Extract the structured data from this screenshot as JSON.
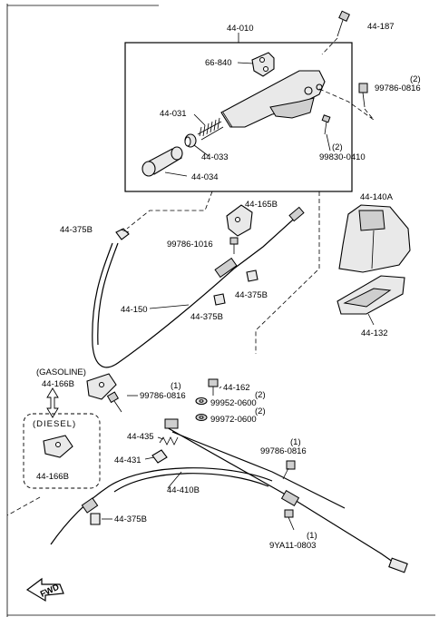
{
  "labels": {
    "l44010": "44-010",
    "l44187": "44-187",
    "l66840": "66-840",
    "l99786_0816a": "99786-0816",
    "l99786_0816a_qty": "(2)",
    "l44031": "44-031",
    "l44033": "44-033",
    "l44034": "44-034",
    "l99830_0410_qty": "(2)",
    "l99830_0410": "99830-0410",
    "l44140a": "44-140A",
    "l44375b_1": "44-375B",
    "l44165b": "44-165B",
    "l99786_1016": "99786-1016",
    "l44375b_2": "44-375B",
    "l44150": "44-150",
    "l44375b_3": "44-375B",
    "l44132": "44-132",
    "gasoline": "(GASOLINE)",
    "l44166b_1": "44-166B",
    "l99786_0816b_qty": "(1)",
    "l99786_0816b": "99786-0816",
    "l44162": "44-162",
    "l99952_qty": "(2)",
    "l99952": "99952-0600",
    "l99972_qty": "(2)",
    "l99972": "99972-0600",
    "diesel": "(DIESEL)",
    "l44166b_2": "44-166B",
    "l44435": "44-435",
    "l44431": "44-431",
    "l99786_0816c_qty": "(1)",
    "l99786_0816c": "99786-0816",
    "l44410b": "44-410B",
    "l44375b_4": "44-375B",
    "l9ya11_qty": "(1)",
    "l9ya11": "9YA11-0803",
    "fwd": "FWD"
  }
}
